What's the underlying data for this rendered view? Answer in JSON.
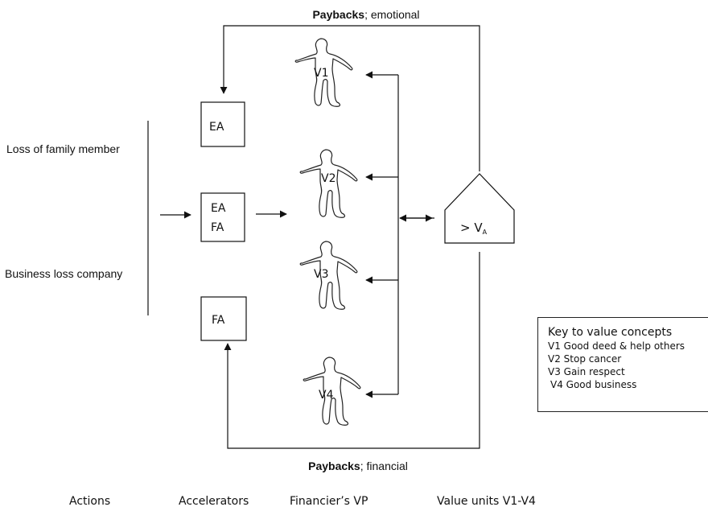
{
  "diagram": {
    "paybacks_top": {
      "bold": "Paybacks",
      "rest": "; emotional"
    },
    "paybacks_bottom": {
      "bold": "Paybacks",
      "rest": "; financial"
    },
    "actions": {
      "loss_family": "Loss of family member",
      "business_loss": "Business loss company"
    },
    "boxes": {
      "ea_top": "EA",
      "ea_mid": "EA",
      "fa_mid": "FA",
      "fa_bottom": "FA"
    },
    "figures": [
      "V1",
      "V2",
      "V3",
      "V4"
    ],
    "vp_box": {
      "label": "> V",
      "sub": "A"
    },
    "bottom_labels": {
      "actions": "Actions",
      "accelerators": "Accelerators",
      "financier": "Financier’s VP",
      "value_units": "Value units V1-V4"
    }
  },
  "key": {
    "title": "Key to value concepts",
    "items": [
      "V1 Good deed & help others",
      "V2 Stop cancer",
      "V3 Gain respect",
      "V4 Good business"
    ]
  }
}
